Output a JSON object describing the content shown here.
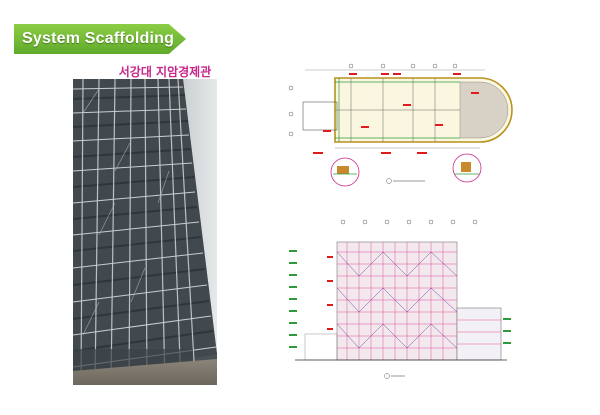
{
  "slide": {
    "title": "System Scaffolding",
    "subtitle": "서강대 지암경제관",
    "accent_color": "#6db63a",
    "subtitle_color": "#c8268b"
  },
  "photo": {
    "subject": "building-facade-scaffolding-photo"
  },
  "drawings": {
    "plan_caption": "",
    "elevation_caption": ""
  }
}
